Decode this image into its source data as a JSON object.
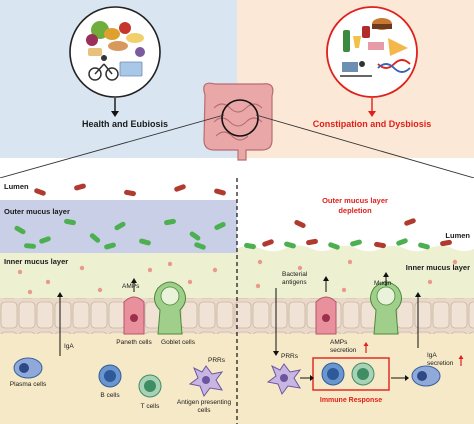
{
  "top": {
    "left_heading": "Health and Eubiosis",
    "right_heading": "Constipation and Dysbiosis"
  },
  "layers": {
    "lumen_left": "Lumen",
    "outer_mucus": "Outer mucus layer",
    "inner_mucus_left": "Inner mucus layer",
    "depletion_line1": "Outer mucus layer",
    "depletion_line2": "depletion",
    "lumen_right": "Lumen",
    "inner_mucus_right": "Inner mucus layer"
  },
  "left_panel": {
    "amps": "AMPs",
    "paneth": "Paneth cells",
    "goblet": "Goblet cells",
    "prrs": "PRRs",
    "iga": "IgA",
    "plasma": "Plasma cells",
    "bcells": "B cells",
    "tcells": "T cells",
    "apc_line1": "Antigen presenting",
    "apc_line2": "cells"
  },
  "right_panel": {
    "bacterial_line1": "Bacterial",
    "bacterial_line2": "antigens",
    "mucin": "Mucin",
    "prrs": "PRRs",
    "amps_line1": "AMPs",
    "amps_line2": "secretion",
    "iga_line1": "IgA",
    "iga_line2": "secretion",
    "immune": "Immune Response"
  },
  "colors": {
    "top_left_bg": "#d9e6f2",
    "top_right_bg": "#fbe8d6",
    "lumen_bg": "#ffffff",
    "outer_mucus_bg": "#c9cfe6",
    "inner_mucus_bg": "#eef0d2",
    "epithelium_bg": "#e8dcd0",
    "lamina_bg": "#f6e9c7",
    "red_accent": "#e0201b",
    "bacteria_green": "#4caf50",
    "bacteria_red": "#b03a2e"
  },
  "icons": [
    "healthy-food-icon",
    "cycling-icon",
    "junk-food-icon",
    "alcohol-icon",
    "sedentary-desk-icon",
    "dna-icon",
    "intestine-icon"
  ]
}
